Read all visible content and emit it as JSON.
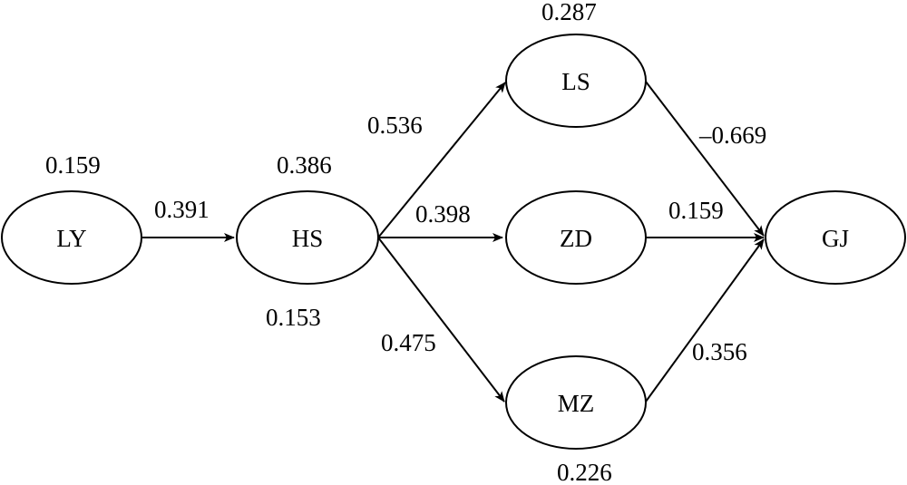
{
  "nodes": {
    "ly": "LY",
    "hs": "HS",
    "ls": "LS",
    "zd": "ZD",
    "mz": "MZ",
    "gj": "GJ"
  },
  "node_values": {
    "ly": "0.159",
    "hs_top": "0.386",
    "hs_bottom": "0.153",
    "ls": "0.287",
    "mz": "0.226"
  },
  "path_coefficients": {
    "ly_hs": "0.391",
    "hs_ls": "0.536",
    "hs_zd": "0.398",
    "hs_mz": "0.475",
    "ls_gj": "–0.669",
    "zd_gj": "0.159",
    "mz_gj": "0.356"
  }
}
